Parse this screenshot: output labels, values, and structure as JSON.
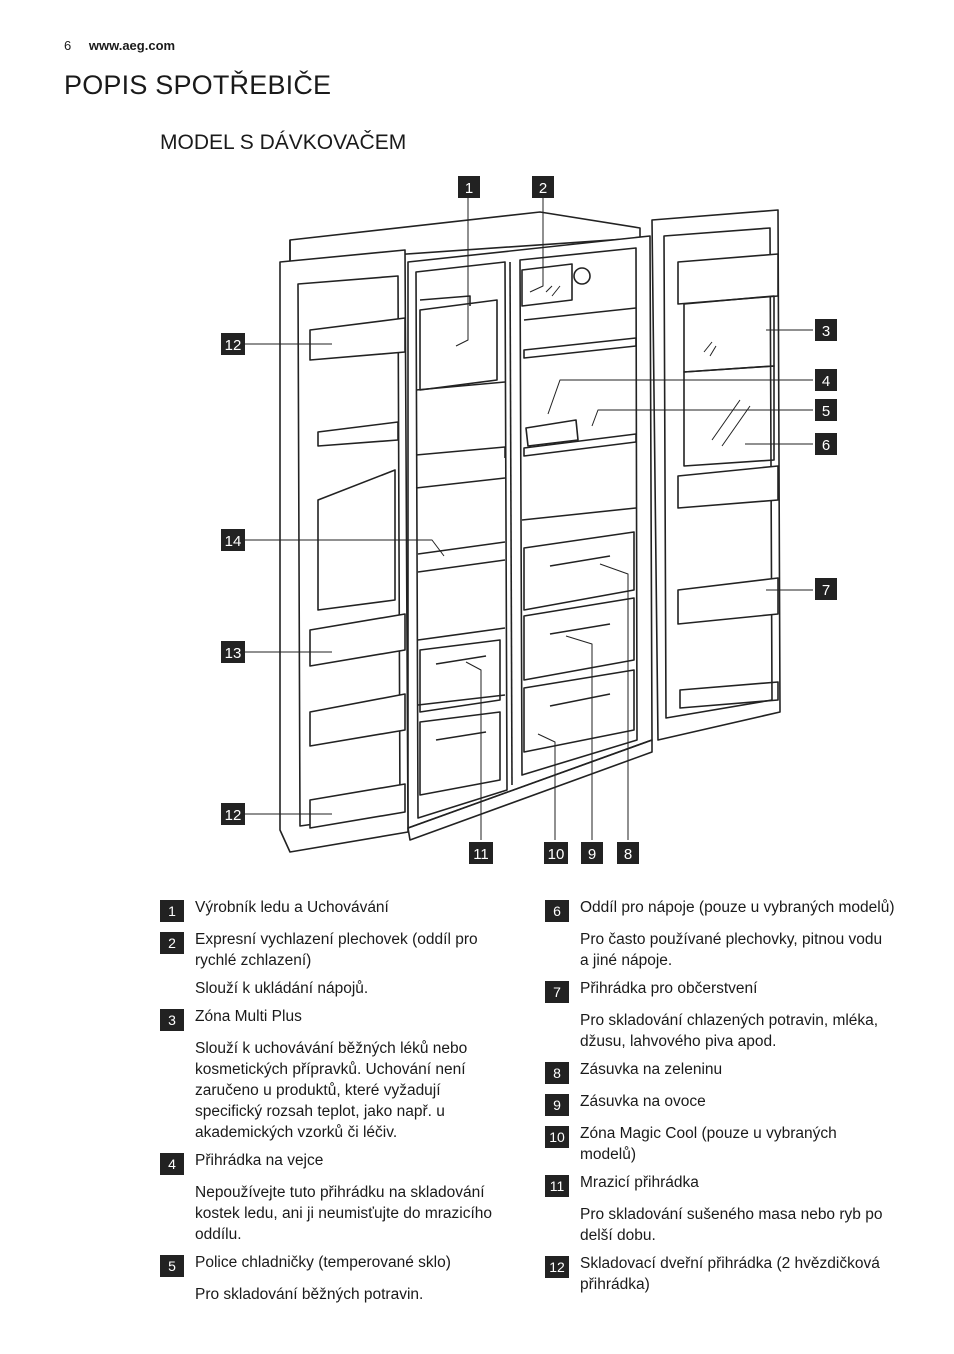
{
  "header": {
    "page_number": "6",
    "site": "www.aeg.com"
  },
  "title": "POPIS SPOTŘEBIČE",
  "subtitle": "MODEL S DÁVKOVAČEM",
  "figure_callouts": [
    "1",
    "2",
    "3",
    "4",
    "5",
    "6",
    "7",
    "8",
    "9",
    "10",
    "11",
    "12",
    "13",
    "14"
  ],
  "items": [
    {
      "num": "1",
      "name": "Výrobník ledu a Uchovávání",
      "note": "",
      "desc": ""
    },
    {
      "num": "2",
      "name": "Expresní vychlazení plechovek",
      "note": " (oddíl pro rychlé zchlazení)",
      "desc": "Slouží k ukládání nápojů."
    },
    {
      "num": "3",
      "name": "Zóna Multi Plus",
      "note": "",
      "desc": "Slouží k uchovávání běžných léků nebo kosmetických přípravků. Uchování není zaručeno u produktů, které vyžadují specifický rozsah teplot, jako např. u akademických vzorků či léčiv."
    },
    {
      "num": "4",
      "name": "Přihrádka na vejce",
      "note": "",
      "desc": "Nepoužívejte tuto přihrádku na skladování kostek ledu, ani ji neumisťujte do mrazicího oddílu."
    },
    {
      "num": "5",
      "name": "Police chladničky",
      "note": " (temperované sklo)",
      "desc": "Pro skladování běžných potravin."
    },
    {
      "num": "6",
      "name": "Oddíl pro nápoje",
      "note": " (pouze u vybraných modelů)",
      "desc": "Pro často používané plechovky, pitnou vodu a jiné nápoje."
    },
    {
      "num": "7",
      "name": "Přihrádka pro občerstvení",
      "note": "",
      "desc": "Pro skladování chlazených potravin, mléka, džusu, lahvového piva apod."
    },
    {
      "num": "8",
      "name": "Zásuvka na zeleninu",
      "note": "",
      "desc": ""
    },
    {
      "num": "9",
      "name": "Zásuvka na ovoce",
      "note": "",
      "desc": ""
    },
    {
      "num": "10",
      "name": "Zóna Magic Cool",
      "note": " (pouze u vybraných modelů)",
      "desc": ""
    },
    {
      "num": "11",
      "name": "Mrazicí přihrádka",
      "note": "",
      "desc": "Pro skladování sušeného masa nebo ryb po delší dobu."
    },
    {
      "num": "12",
      "name": "Skladovací dveřní přihrádka",
      "note": " (2 hvězdičková přihrádka)",
      "desc": ""
    }
  ]
}
